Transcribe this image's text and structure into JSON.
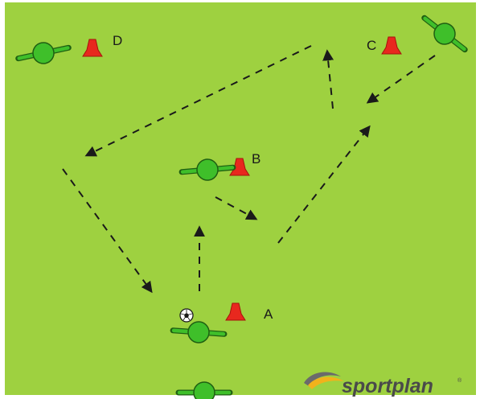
{
  "pitch": {
    "color": "#9ed140",
    "line_color": "#1a1a1a"
  },
  "cones": [
    {
      "id": "D",
      "label": "D",
      "color": "#e8281e"
    },
    {
      "id": "C",
      "label": "C",
      "color": "#e8281e"
    },
    {
      "id": "B",
      "label": "B",
      "color": "#e8281e"
    },
    {
      "id": "A",
      "label": "A",
      "color": "#e8281e"
    }
  ],
  "players": {
    "color": "#3fbf2a",
    "outline": "#1f5f12"
  },
  "ball": {
    "icon": "soccer-ball-icon"
  },
  "brand": {
    "text": "sportplan",
    "trademark": "®",
    "icon": "sportplan-swoosh-logo"
  }
}
